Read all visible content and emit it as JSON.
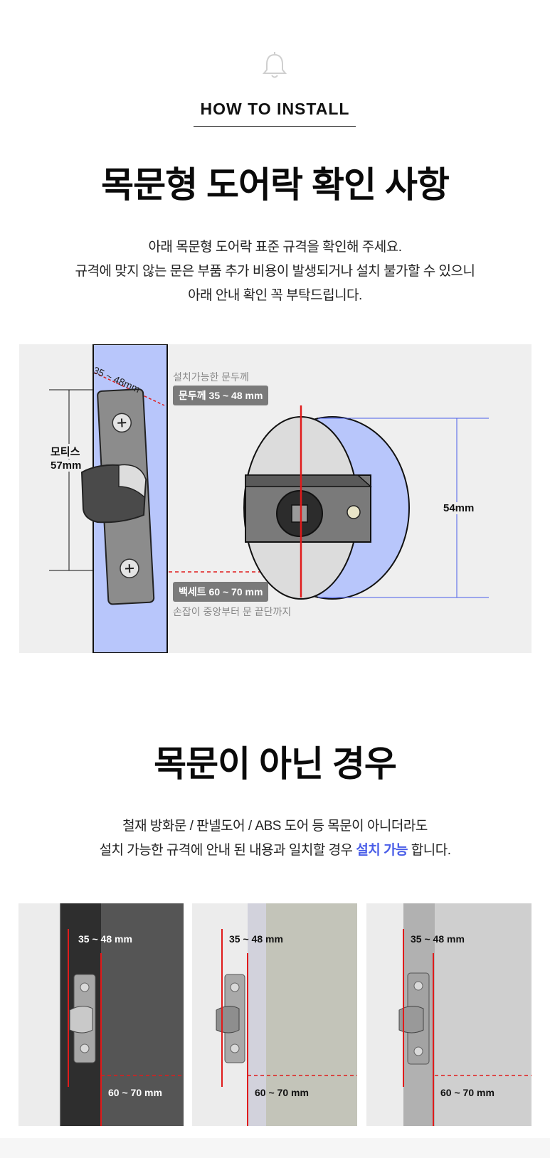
{
  "header": {
    "subtitle": "HOW TO INSTALL",
    "title": "목문형 도어락 확인 사항"
  },
  "intro": {
    "line1": "아래 목문형 도어락 표준 규격을 확인해 주세요.",
    "line2": "규격에 맞지 않는 문은 부품 추가 비용이 발생되거나 설치 불가할 수 있으니",
    "line3": "아래 안내 확인 꼭 부탁드립니다."
  },
  "diagram": {
    "thickness_angle_label": "35 ~ 48mm",
    "mortise_label_1": "모티스",
    "mortise_label_2": "57mm",
    "door_thickness_caption": "설치가능한 문두께",
    "door_thickness_badge": "문두께 35 ~ 48 mm",
    "backset_badge": "백세트 60 ~ 70 mm",
    "backset_caption": "손잡이 중앙부터 문 끝단까지",
    "hole_label": "54mm"
  },
  "section2": {
    "title": "목문이 아닌 경우",
    "line1": "철재 방화문 / 판넬도어 / ABS 도어 등 목문이 아니더라도",
    "line2_pre": "설치 가능한 규격에 안내 된 내용과 일치할 경우 ",
    "line2_highlight": "설치 가능",
    "line2_post": " 합니다."
  },
  "photos": [
    {
      "thickness": "35 ~ 48 mm",
      "backset": "60 ~ 70 mm"
    },
    {
      "thickness": "35 ~ 48 mm",
      "backset": "60 ~ 70 mm"
    },
    {
      "thickness": "35 ~ 48 mm",
      "backset": "60 ~ 70 mm"
    }
  ],
  "colors": {
    "accent_blue": "#4a5ee8",
    "door_blue": "#b8c6fb",
    "red_guide": "#e01b1b",
    "badge_gray": "#7a7a7a"
  }
}
